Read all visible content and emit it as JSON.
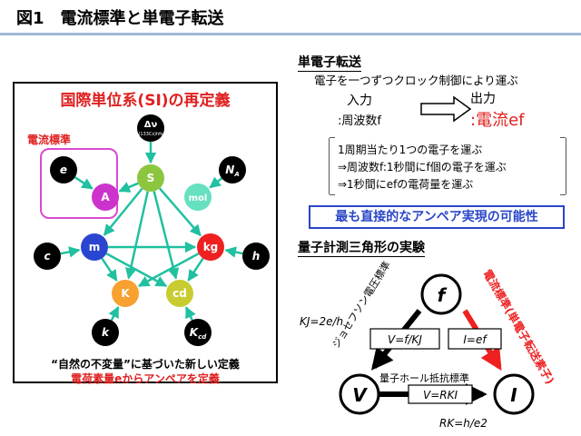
{
  "header": {
    "title": "図1　電流標準と単電子転送"
  },
  "si_panel": {
    "title": "国際単位系(SI)の再定義",
    "current_standard_label": "電流標準",
    "footnote_line1": "“自然の不変量”に基づいた新しい定義",
    "footnote_line2": "電荷素量eからアンペアを定義",
    "nodes": [
      {
        "id": "dnu",
        "label": "Δν",
        "sub": "(133Cs)hfs",
        "color": "#000000",
        "text_color": "#ffffff"
      },
      {
        "id": "e",
        "label": "e",
        "sub": "",
        "color": "#000000",
        "text_color": "#ffffff"
      },
      {
        "id": "S",
        "label": "S",
        "sub": "",
        "color": "#8cc63f",
        "text_color": "#ffffff"
      },
      {
        "id": "NA",
        "label": "N",
        "sub": "A",
        "color": "#000000",
        "text_color": "#ffffff"
      },
      {
        "id": "A",
        "label": "A",
        "sub": "",
        "color": "#cc33cc",
        "text_color": "#ffffff"
      },
      {
        "id": "mol",
        "label": "mol",
        "sub": "",
        "color": "#66e0c0",
        "text_color": "#ffffff"
      },
      {
        "id": "c",
        "label": "c",
        "sub": "",
        "color": "#000000",
        "text_color": "#ffffff"
      },
      {
        "id": "m",
        "label": "m",
        "sub": "",
        "color": "#2a46d0",
        "text_color": "#ffffff"
      },
      {
        "id": "kg",
        "label": "kg",
        "sub": "",
        "color": "#ee2020",
        "text_color": "#ffffff"
      },
      {
        "id": "h",
        "label": "h",
        "sub": "",
        "color": "#000000",
        "text_color": "#ffffff"
      },
      {
        "id": "K",
        "label": "K",
        "sub": "",
        "color": "#f8a030",
        "text_color": "#ffffff"
      },
      {
        "id": "cd",
        "label": "cd",
        "sub": "",
        "color": "#c8cc30",
        "text_color": "#ffffff"
      },
      {
        "id": "k",
        "label": "k",
        "sub": "",
        "color": "#000000",
        "text_color": "#ffffff"
      },
      {
        "id": "Kcd",
        "label": "K",
        "sub": "cd",
        "color": "#000000",
        "text_color": "#ffffff"
      }
    ],
    "edges": [
      [
        "dnu",
        "S"
      ],
      [
        "e",
        "A"
      ],
      [
        "S",
        "A"
      ],
      [
        "NA",
        "mol"
      ],
      [
        "S",
        "m"
      ],
      [
        "S",
        "kg"
      ],
      [
        "S",
        "K"
      ],
      [
        "S",
        "cd"
      ],
      [
        "c",
        "m"
      ],
      [
        "m",
        "kg"
      ],
      [
        "m",
        "K"
      ],
      [
        "m",
        "cd"
      ],
      [
        "kg",
        "cd"
      ],
      [
        "kg",
        "K"
      ],
      [
        "h",
        "kg"
      ],
      [
        "k",
        "K"
      ],
      [
        "Kcd",
        "cd"
      ]
    ]
  },
  "set": {
    "title": "単電子転送",
    "description": "電子を一つずつクロック制御により運ぶ",
    "input_label": "入力",
    "input_value": ":周波数f",
    "output_label": "出力",
    "output_value": ":電流ef",
    "notes": [
      "1周期当たり1つの電子を運ぶ",
      "⇒周波数f:1秒間にf個の電子を運ぶ",
      "⇒1秒間にefの電荷量を運ぶ"
    ],
    "highlight": "最も直接的なアンペア実現の可能性"
  },
  "triangle": {
    "title": "量子計測三角形の実験",
    "node_f": "f",
    "node_V": "V",
    "node_I": "I",
    "kj_formula": "KJ=2e/h",
    "rk_formula": "RK=h/e2",
    "josephson_label": "ジョセフソン電圧標準",
    "current_label": "電流標準(単電子転送素子)",
    "hall_label": "量子ホール抵抗標準",
    "eq_left": "V=f/KJ",
    "eq_right": "I=ef",
    "eq_bottom": "V=RKI",
    "colors": {
      "left_edge": "#000000",
      "right_edge": "#ee2020",
      "bottom_edge": "#000000"
    }
  }
}
